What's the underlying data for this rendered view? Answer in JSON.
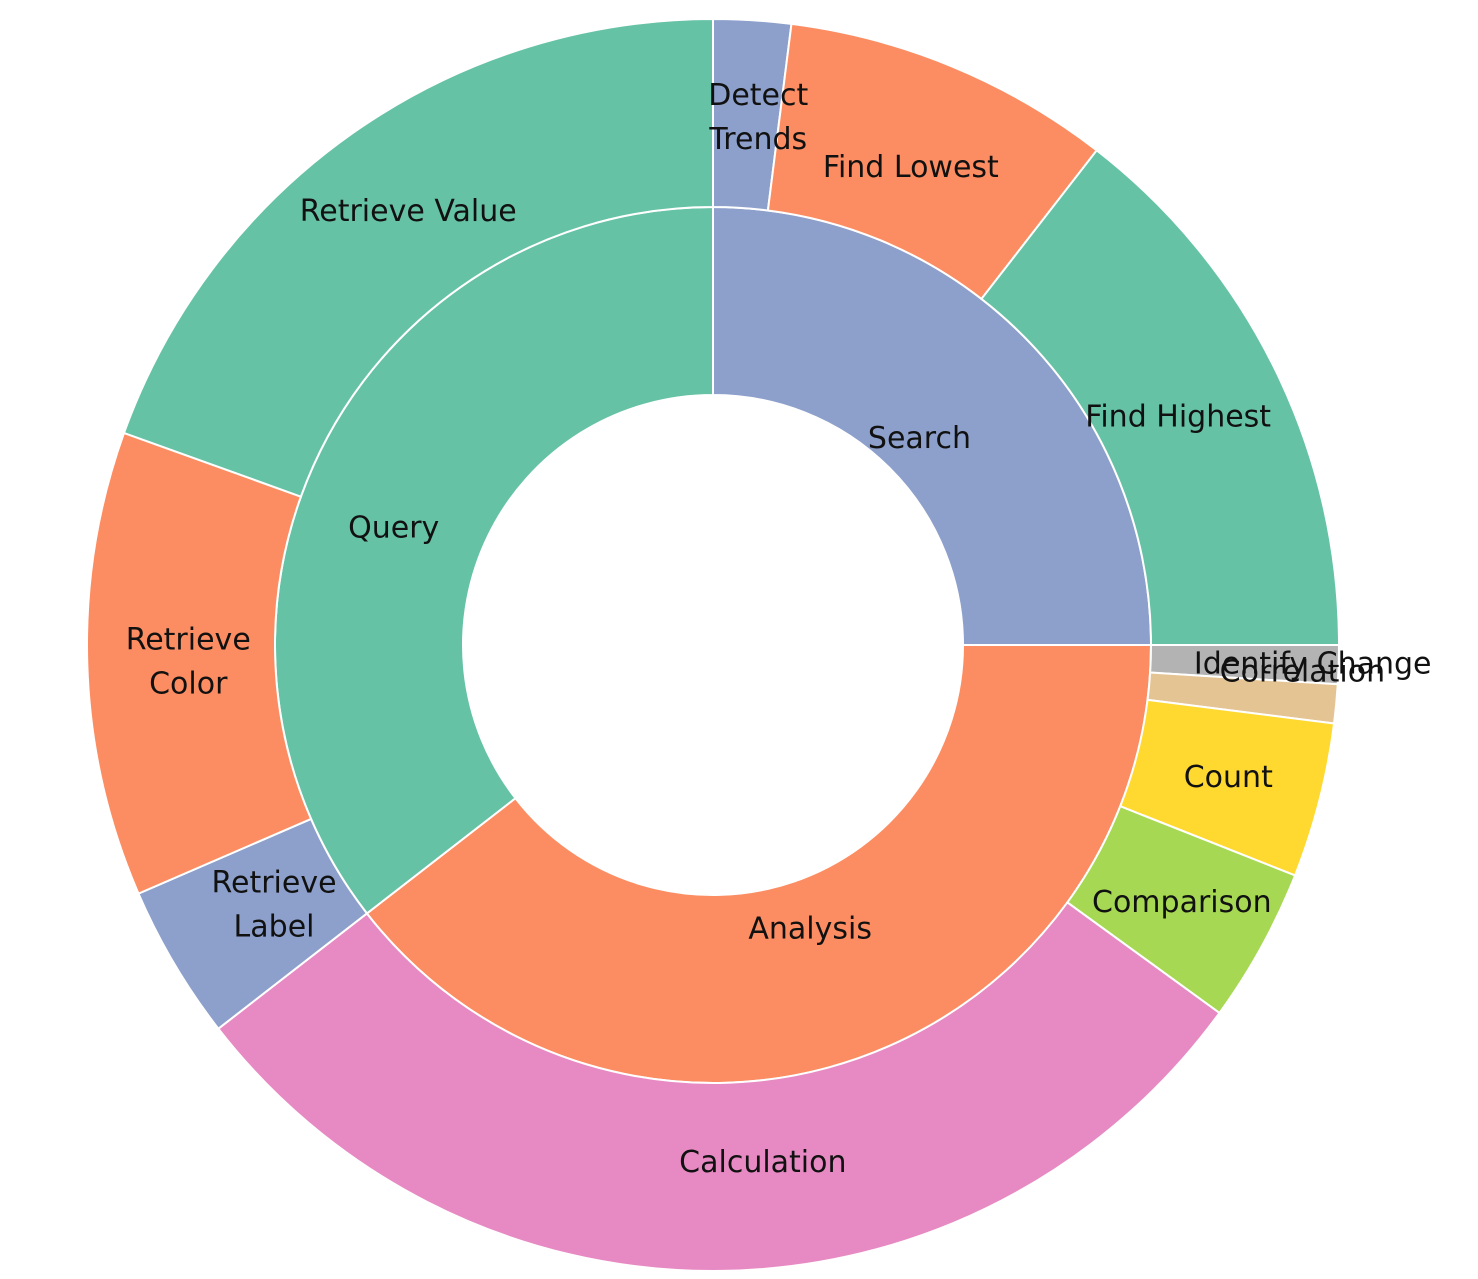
{
  "chart_data": {
    "type": "sunburst",
    "title": "",
    "inner_ring": [
      {
        "name": "Search",
        "value": 25.0,
        "color": "#8da0cb"
      },
      {
        "name": "Analysis",
        "value": 39.5,
        "color": "#fc8d62"
      },
      {
        "name": "Query",
        "value": 35.5,
        "color": "#66c2a5"
      }
    ],
    "outer_ring": [
      {
        "name": "Detect Trends",
        "parent": "Search",
        "value": 2.0,
        "color": "#8da0cb"
      },
      {
        "name": "Find Lowest",
        "parent": "Search",
        "value": 8.5,
        "color": "#fc8d62"
      },
      {
        "name": "Find Highest",
        "parent": "Search",
        "value": 14.5,
        "color": "#66c2a5"
      },
      {
        "name": "Identify Change",
        "parent": "Analysis",
        "value": 1.0,
        "color": "#b3b3b3"
      },
      {
        "name": "Correlation",
        "parent": "Analysis",
        "value": 1.0,
        "color": "#e5c494"
      },
      {
        "name": "Count",
        "parent": "Analysis",
        "value": 4.0,
        "color": "#ffd92f"
      },
      {
        "name": "Comparison",
        "parent": "Analysis",
        "value": 4.0,
        "color": "#a6d854"
      },
      {
        "name": "Calculation",
        "parent": "Analysis",
        "value": 29.5,
        "color": "#e78ac3"
      },
      {
        "name": "Retrieve Label",
        "parent": "Query",
        "value": 4.0,
        "color": "#8da0cb"
      },
      {
        "name": "Retrieve Color",
        "parent": "Query",
        "value": 12.0,
        "color": "#fc8d62"
      },
      {
        "name": "Retrieve Value",
        "parent": "Query",
        "value": 19.5,
        "color": "#66c2a5"
      }
    ]
  }
}
